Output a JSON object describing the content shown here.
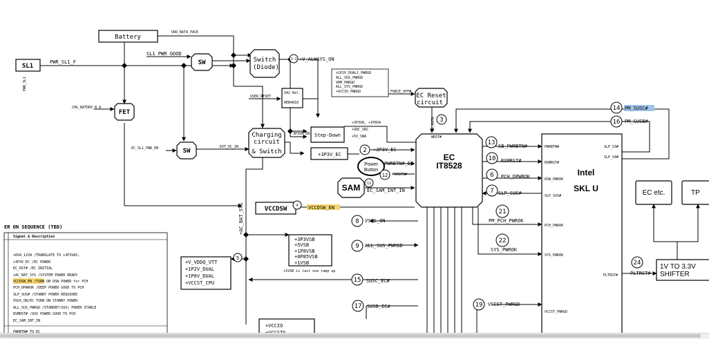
{
  "blocks": {
    "battery": "Battery",
    "sl1": "SL1",
    "fet": "FET",
    "sw_top": "SW",
    "sw_mid": "SW",
    "switch_l1": "Switch",
    "switch_l2": "(Diode)",
    "charging_l1": "Charging",
    "charging_l2": "circuit",
    "charging_l3": "& Switch",
    "step_down": "Step-Down",
    "v3p3v_ec": "+3P3V_EC",
    "ec_reset_l1": "EC Reset",
    "ec_reset_l2": "circuit",
    "ec_l1": "EC",
    "ec_l2": "IT8528",
    "power_button_l1": "Power",
    "power_button_l2": "Button",
    "sam": "SAM",
    "vccdsw": "VCCDSW",
    "intel_l1": "Intel",
    "intel_l2": "SKL U",
    "ec_etc": "EC etc.",
    "tp": "TP",
    "shifter_l1": "1V TO 3.3V",
    "shifter_l2": "SHIFTER",
    "uz1": "U42 Rel.",
    "uz2": "REB4818"
  },
  "nets": {
    "vdd_bata_pack": "VDD_BATA_PACK",
    "pwr_sl1_f": "PWR_SL1_F",
    "pwr_sl1_vert": "PWR_SL1",
    "sl1_pwr_good": "SL1_PWR_GOOD",
    "v_always_on": "+V_ALWAYS_ON",
    "chg_batdrv": "CHG_BATDRV_R_A",
    "user_reset": "USER_RESET",
    "force_off": "FORCE_OFF#",
    "ec_sl1_pwr_en": "EC_SL1_PWR_EN",
    "ext_dc_in": "EXT_DC_IN",
    "3p3va_en": "3P3VA_EN",
    "v3p3va_1p8va": "+3P3VA, +1P8VA",
    "vdc_src": "+VDC_SRC",
    "v5v_sna": "+5V_SNA",
    "v3p3v_ec": "+3P3V_EC",
    "ec_rst": "EC_RST#",
    "wrst": "WRST#",
    "pwrbtn_ec": "PWRBTN#_EC",
    "pwrbtn": "PWRBTN#",
    "ec_sam_int_in": "EC_SAM_INT_IN",
    "vccdsw_en": "VCCDSW_EN",
    "ac_bat_sys": "+AC_BAT_SYS",
    "vsus_on": "VSUS_ON",
    "all_sus_pwrgd": "ALL_SUS_PWRGD",
    "susc_ec": "SUSC_EC#",
    "susb_ec": "SUSB_EC#",
    "sb_pwrbtn": "SB_PWRBTN#",
    "rsmrst": "RSMRST#",
    "pch_dpwrok": "PCH_DPWROK",
    "slp_sus": "SLP_SUS#",
    "pm_pch_pwrok": "PM_PCH_PWROK",
    "sys_pwrok": "SYS_PWROK",
    "vccst_pwrgd": "VCCST_PWRGD",
    "pm_susc": "PM_SUSC#",
    "pm_susb": "PM_SUSB#",
    "pltrst": "PLTRST#",
    "pin_pwrbtn": "PWRBTN#",
    "pin_rsmrst": "RSMRST#",
    "pin_dsw_pwrok": "DSW_PWROK",
    "pin_slp_sus": "SLP_SUS#",
    "pin_pch_pwrok": "PCH_PWROK",
    "pin_sys_pwrok": "SYS_PWROK",
    "pin_pltrst": "PLTRST#",
    "pin_vccst_pwrgd": "VCCST_PWRGD",
    "pin_slp_s3": "SLP_S3#",
    "pin_slp_s4": "SLP_S4#"
  },
  "rails": {
    "info_lines": [
      "+1P2V_DUAL1_PWRGD",
      "ALL_SUS_PWRGD",
      "VRM_PWRGD",
      "ALL_SYS_PWRGD",
      "+VCCIO_PWRGD"
    ],
    "sus_rails": [
      "+3P3VSB",
      "+5VSB",
      "+1P8VSB",
      "+0P85VSB",
      "+1VSB"
    ],
    "sus_note": "+1VSB is last one ramp up",
    "dual_rails": [
      "+V_VDDQ_VTT",
      "+1P2V_DUAL",
      "+1P8V_DUAL",
      "+VCCST_CPU"
    ],
    "vccio_rails": [
      "+VCCIO",
      "+VCCSTG"
    ]
  },
  "steps": [
    "1-1",
    "2",
    "3",
    "4",
    "5",
    "6",
    "7",
    "8",
    "9",
    "10",
    "11",
    "12",
    "13",
    "14",
    "15",
    "16",
    "17",
    "19",
    "21",
    "22",
    "24"
  ],
  "sequence": {
    "title": "ER ON SEQUENCE (TBD)",
    "header": "Signal & Description",
    "rows": [
      "+6VA_12VA /TRANSLATE TO +3P3VAS,",
      "+3P3V_EC  /EC POWER",
      "EC_RST# /EC INITIAL",
      "+AC_BAT_SYS /SYSTEM POWER READY",
      "VCCDSW_EN /TURN ON DSW POWER for PCH",
      "PCH_DPWROK /DEEP POWER GOOD TO PCH",
      "SLP_SUS# /STANBY POWER REQUIRED",
      "VSUS_ON/EC TURN ON STANBY POWER",
      "ALL_SUS_PWRGD /STANDBY(SUS) POWER STABLE",
      "RSMRST# /SUS POWER GOOD TO PCH",
      "EC_SAM_INT_IN"
    ],
    "footer": "PWRBTN# TO EC"
  },
  "colors": {
    "highlight": "#f5d76e",
    "selection": "#9fc3e8",
    "line": "#000000",
    "panel": "#ffffff"
  }
}
